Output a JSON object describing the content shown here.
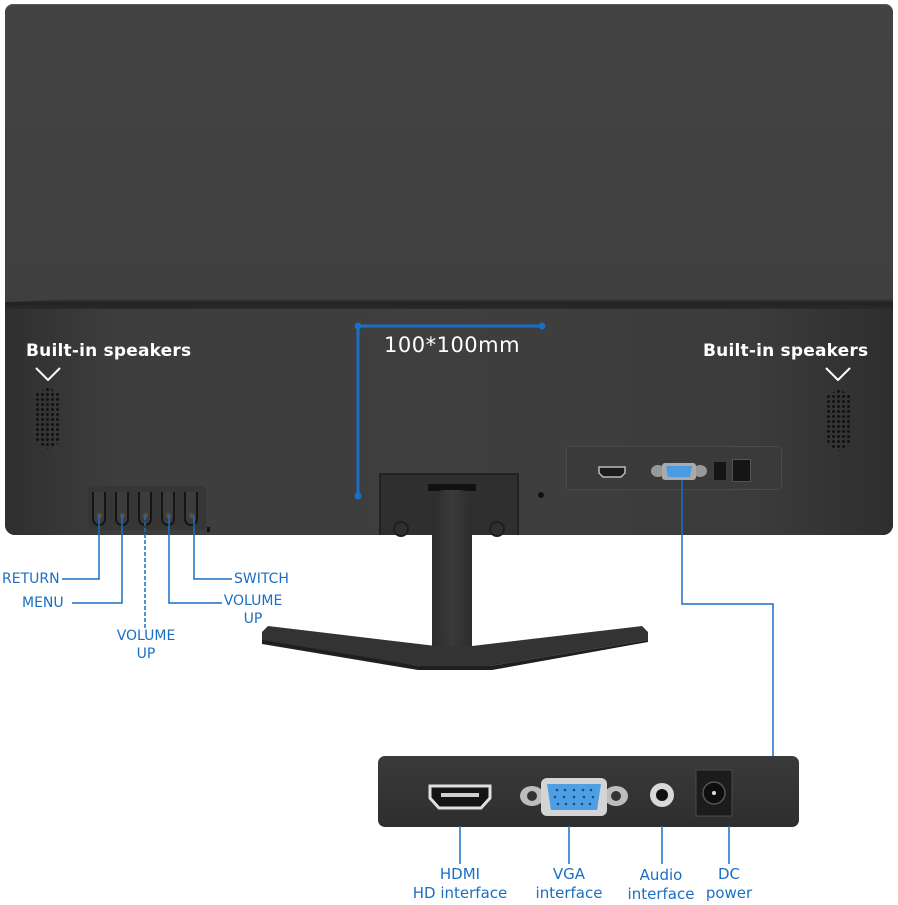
{
  "colors": {
    "annotation_blue": "#1a6fc4",
    "monitor_body": "#404040",
    "background": "#ffffff"
  },
  "speakers": {
    "left_label": "Built-in speakers",
    "right_label": "Built-in speakers"
  },
  "vesa": {
    "label": "100*100mm"
  },
  "control_buttons": [
    {
      "label": "RETURN"
    },
    {
      "label": "MENU"
    },
    {
      "label": "VOLUME\nUP",
      "line1": "VOLUME",
      "line2": "UP"
    },
    {
      "label": "VOLUME\nUP",
      "line1": "VOLUME",
      "line2": "UP"
    },
    {
      "label": "SWITCH"
    }
  ],
  "ports": [
    {
      "icon": "hdmi-port-icon",
      "line1": "HDMI",
      "line2": "HD interface"
    },
    {
      "icon": "vga-port-icon",
      "line1": "VGA",
      "line2": "interface"
    },
    {
      "icon": "audio-jack-icon",
      "line1": "Audio",
      "line2": "interface"
    },
    {
      "icon": "dc-power-icon",
      "line1": "DC",
      "line2": "power"
    }
  ]
}
